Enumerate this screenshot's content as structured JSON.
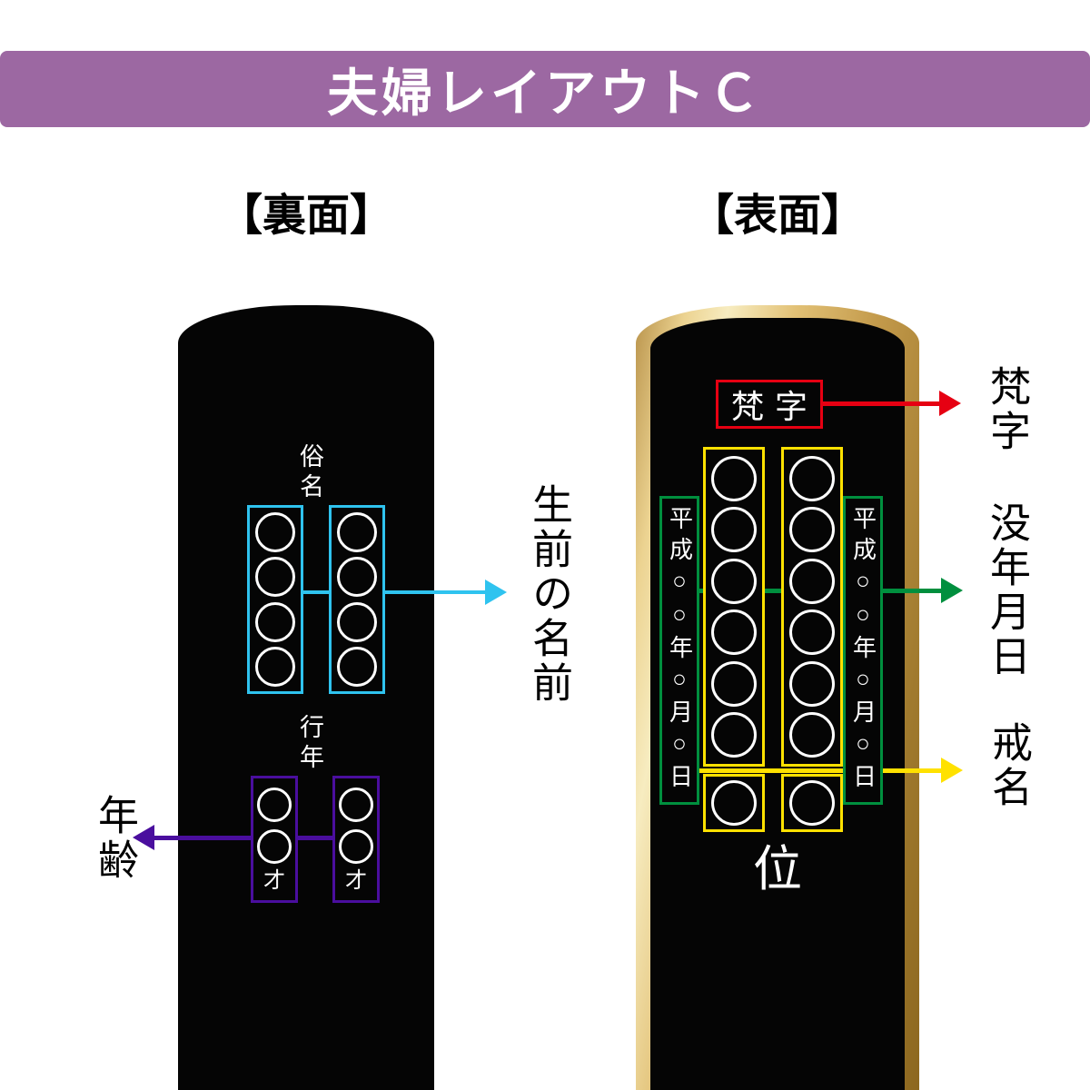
{
  "header": {
    "title": "夫婦レイアウトＣ"
  },
  "colors": {
    "header_bg": "#9c68a2",
    "cyan": "#2fc3ef",
    "purple": "#4a0e9e",
    "red": "#e60012",
    "green": "#008f3e",
    "yellow": "#ffe100"
  },
  "back": {
    "title": "【裏面】",
    "zokumyo": "俗名",
    "gyonen": "行年",
    "sai": "才",
    "name_annotation": "生前の名前",
    "age_annotation": "年齢",
    "name_columns": [
      {
        "circles": 4
      },
      {
        "circles": 4
      }
    ],
    "age_columns": [
      {
        "circles": 2
      },
      {
        "circles": 2
      }
    ]
  },
  "front": {
    "title": "【表面】",
    "bonji_box": "梵字",
    "bonji_annotation": "梵字",
    "date_text": "平成○○年○月○日",
    "date_annotation": "没年月日",
    "kaimyo_annotation": "戒名",
    "kaimyo_columns": [
      {
        "main_circles": 6,
        "bottom_circles": 1
      },
      {
        "main_circles": 6,
        "bottom_circles": 1
      }
    ],
    "rank_char": "位"
  }
}
